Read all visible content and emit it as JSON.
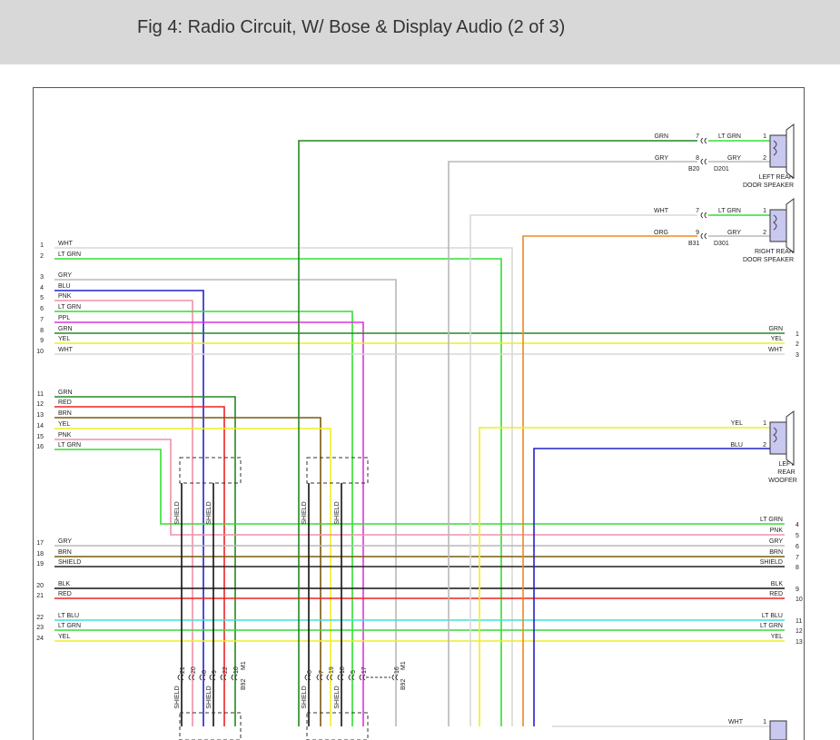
{
  "title": "Fig 4: Radio Circuit, W/ Bose & Display Audio (2 of 3)",
  "colors": {
    "WHT": "#d8d8d8",
    "LTGRN": "#33dd33",
    "GRY": "#b8b8b8",
    "BLU": "#2222cc",
    "PNK": "#f090a8",
    "PPL": "#dd33dd",
    "GRN": "#228822",
    "YEL": "#eeee22",
    "RED": "#ee2222",
    "BRN": "#7a5a10",
    "SHIELD": "#222222",
    "BLK": "#111111",
    "LTBLU": "#44dddd",
    "ORG": "#ee8822"
  },
  "left_wires": [
    {
      "pin": "1",
      "label": "WHT"
    },
    {
      "pin": "2",
      "label": "LT GRN"
    },
    {
      "pin": "3",
      "label": "GRY"
    },
    {
      "pin": "4",
      "label": "BLU"
    },
    {
      "pin": "5",
      "label": "PNK"
    },
    {
      "pin": "6",
      "label": "LT GRN"
    },
    {
      "pin": "7",
      "label": "PPL"
    },
    {
      "pin": "8",
      "label": "GRN"
    },
    {
      "pin": "9",
      "label": "YEL"
    },
    {
      "pin": "10",
      "label": "WHT"
    },
    {
      "pin": "11",
      "label": "GRN"
    },
    {
      "pin": "12",
      "label": "RED"
    },
    {
      "pin": "13",
      "label": "BRN"
    },
    {
      "pin": "14",
      "label": "YEL"
    },
    {
      "pin": "15",
      "label": "PNK"
    },
    {
      "pin": "16",
      "label": "LT GRN"
    },
    {
      "pin": "17",
      "label": "GRY"
    },
    {
      "pin": "18",
      "label": "BRN"
    },
    {
      "pin": "19",
      "label": "SHIELD"
    },
    {
      "pin": "20",
      "label": "BLK"
    },
    {
      "pin": "21",
      "label": "RED"
    },
    {
      "pin": "22",
      "label": "LT BLU"
    },
    {
      "pin": "23",
      "label": "LT GRN"
    },
    {
      "pin": "24",
      "label": "YEL"
    }
  ],
  "right_wires": [
    {
      "pin": "1",
      "label": "GRN"
    },
    {
      "pin": "2",
      "label": "YEL"
    },
    {
      "pin": "3",
      "label": "WHT"
    },
    {
      "pin": "4",
      "label": "LT GRN"
    },
    {
      "pin": "5",
      "label": "PNK"
    },
    {
      "pin": "6",
      "label": "GRY"
    },
    {
      "pin": "7",
      "label": "BRN"
    },
    {
      "pin": "8",
      "label": "SHIELD"
    },
    {
      "pin": "9",
      "label": "BLK"
    },
    {
      "pin": "10",
      "label": "RED"
    },
    {
      "pin": "11",
      "label": "LT BLU"
    },
    {
      "pin": "12",
      "label": "LT GRN"
    },
    {
      "pin": "13",
      "label": "YEL"
    }
  ],
  "speakers": {
    "left_rear_door": {
      "name_line1": "LEFT REAR",
      "name_line2": "DOOR SPEAKER",
      "wire_in_1": "GRN",
      "wire_in_2": "GRY",
      "conn_pin_1": "7",
      "conn_pin_2": "8",
      "wire_out_1": "LT GRN",
      "wire_out_2": "GRY",
      "spk_pin_1": "1",
      "spk_pin_2": "2",
      "conn_a": "B20",
      "conn_b": "D201"
    },
    "right_rear_door": {
      "name_line1": "RIGHT REAR",
      "name_line2": "DOOR SPEAKER",
      "wire_in_1": "WHT",
      "wire_in_2": "ORG",
      "conn_pin_1": "7",
      "conn_pin_2": "9",
      "wire_out_1": "LT GRN",
      "wire_out_2": "GRY",
      "spk_pin_1": "1",
      "spk_pin_2": "2",
      "conn_a": "B31",
      "conn_b": "D301"
    },
    "left_rear_woofer": {
      "name_line1": "LEFT",
      "name_line2": "REAR",
      "name_line3": "WOOFER",
      "wire_1": "YEL",
      "wire_2": "BLU",
      "spk_pin_1": "1",
      "spk_pin_2": "2"
    },
    "bottom_partial": {
      "wire_1": "WHT",
      "spk_pin_1": "1"
    }
  },
  "shield_label": "SHIELD",
  "bottom_connectors": {
    "group_a_pins": [
      "21",
      "20",
      "8",
      "9",
      "22",
      "10"
    ],
    "group_a_name": "B92",
    "group_a_suffix": "M1",
    "group_b_pins": [
      "6",
      "7",
      "19",
      "18",
      "5",
      "17"
    ],
    "group_c_pins": [
      "16"
    ],
    "group_c_name": "B92",
    "group_c_suffix": "M1"
  }
}
